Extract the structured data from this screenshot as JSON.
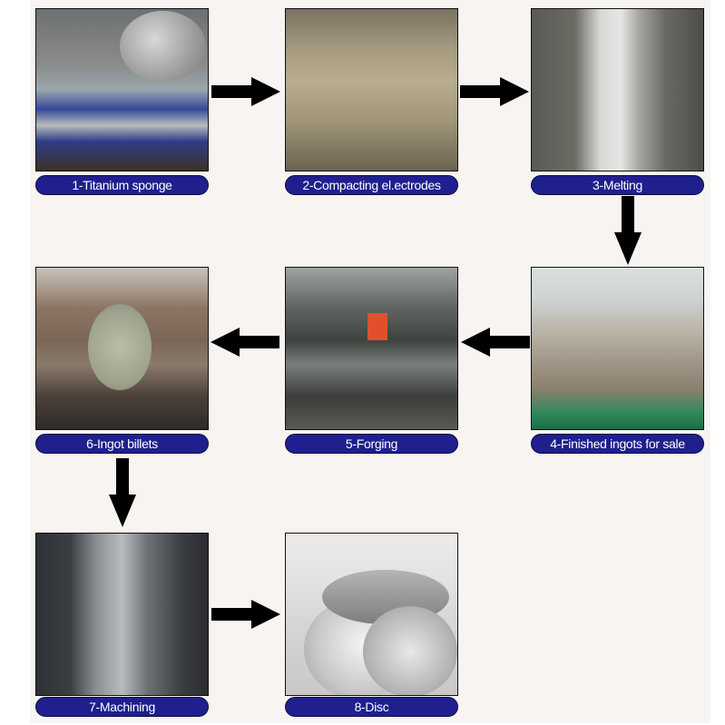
{
  "diagram": {
    "type": "process-flow",
    "title": "",
    "colors": {
      "background_panel": "#f7f4f1",
      "label_fill": "#1f1f8e",
      "label_text": "#ffffff",
      "arrow": "#000000"
    },
    "steps": [
      {
        "number": 1,
        "label": "1-Titanium sponge",
        "image": "titanium-sponge-drums-photo"
      },
      {
        "number": 2,
        "label": "2-Compacting el.ectrodes",
        "image": "compacted-electrode-blocks-photo"
      },
      {
        "number": 3,
        "label": "3-Melting",
        "image": "vacuum-arc-furnace-photo"
      },
      {
        "number": 4,
        "label": "4-Finished ingots for sale",
        "image": "titanium-ingots-photo"
      },
      {
        "number": 5,
        "label": "5-Forging",
        "image": "forging-press-photo"
      },
      {
        "number": 6,
        "label": "6-Ingot billets",
        "image": "ingot-billets-photo"
      },
      {
        "number": 7,
        "label": "7-Machining",
        "image": "cnc-machine-photo"
      },
      {
        "number": 8,
        "label": "8-Disc",
        "image": "titanium-discs-photo"
      }
    ],
    "arrows": [
      {
        "from": 1,
        "to": 2,
        "direction": "right"
      },
      {
        "from": 2,
        "to": 3,
        "direction": "right"
      },
      {
        "from": 3,
        "to": 4,
        "direction": "down"
      },
      {
        "from": 4,
        "to": 5,
        "direction": "left"
      },
      {
        "from": 5,
        "to": 6,
        "direction": "left"
      },
      {
        "from": 6,
        "to": 7,
        "direction": "down"
      },
      {
        "from": 7,
        "to": 8,
        "direction": "right"
      }
    ]
  }
}
